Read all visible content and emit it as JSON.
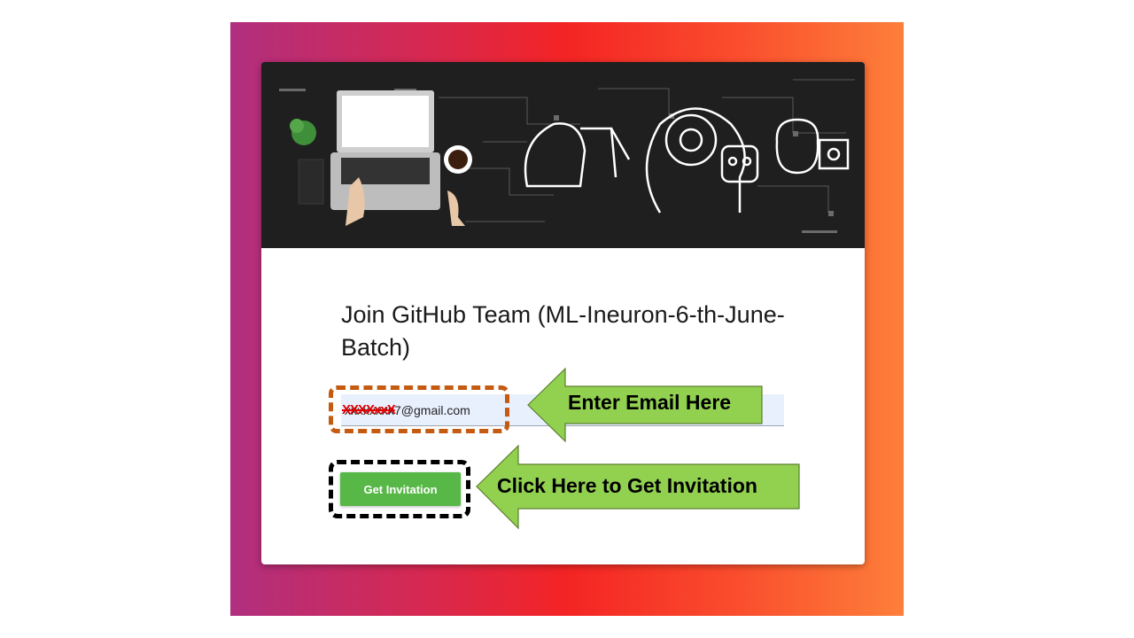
{
  "colors": {
    "button_green": "#57b847",
    "callout_green": "#92d050",
    "email_highlight": "#c55a11",
    "button_highlight": "#000000",
    "input_bg": "#e8f0fe"
  },
  "form": {
    "title": "Join GitHub Team (ML-Ineuron-6-th-June-Batch)",
    "email_value": "xxxxxxxx7@gmail.com",
    "email_redaction_mark": "XXXXxxX",
    "submit_label": "Get Invitation"
  },
  "annotations": {
    "email_callout": "Enter Email Here",
    "button_callout": "Click Here to Get Invitation"
  },
  "icons": {
    "banner": "laptop-ai-banner-image",
    "callout": "arrow-left-icon"
  }
}
